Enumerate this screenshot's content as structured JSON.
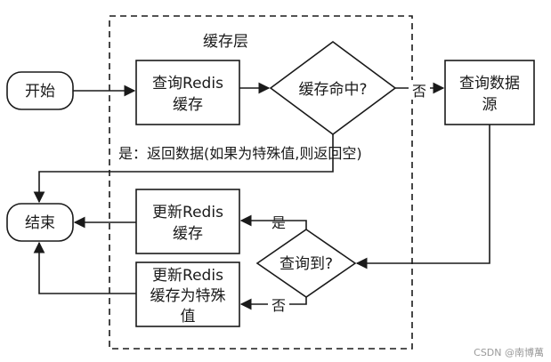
{
  "layer": {
    "label": "缓存层"
  },
  "nodes": {
    "start": {
      "label": "开始"
    },
    "end": {
      "label": "结束"
    },
    "query_redis": {
      "lines": [
        "查询Redis",
        "缓存"
      ]
    },
    "cache_hit": {
      "label": "缓存命中?"
    },
    "query_source": {
      "lines": [
        "查询数据",
        "源"
      ]
    },
    "found": {
      "label": "查询到?"
    },
    "update_redis": {
      "lines": [
        "更新Redis",
        "缓存"
      ]
    },
    "update_special": {
      "lines": [
        "更新Redis",
        "缓存为特殊",
        "值"
      ]
    }
  },
  "edges": {
    "hit_yes": "是：返回数据(如果为特殊值,则返回空)",
    "hit_no": "否",
    "found_yes": "是",
    "found_no": "否"
  },
  "watermark": "CSDN @南博萬",
  "colors": {
    "stroke": "#1a1a1a",
    "background": "#ffffff",
    "watermark": "#9a9a9a"
  }
}
